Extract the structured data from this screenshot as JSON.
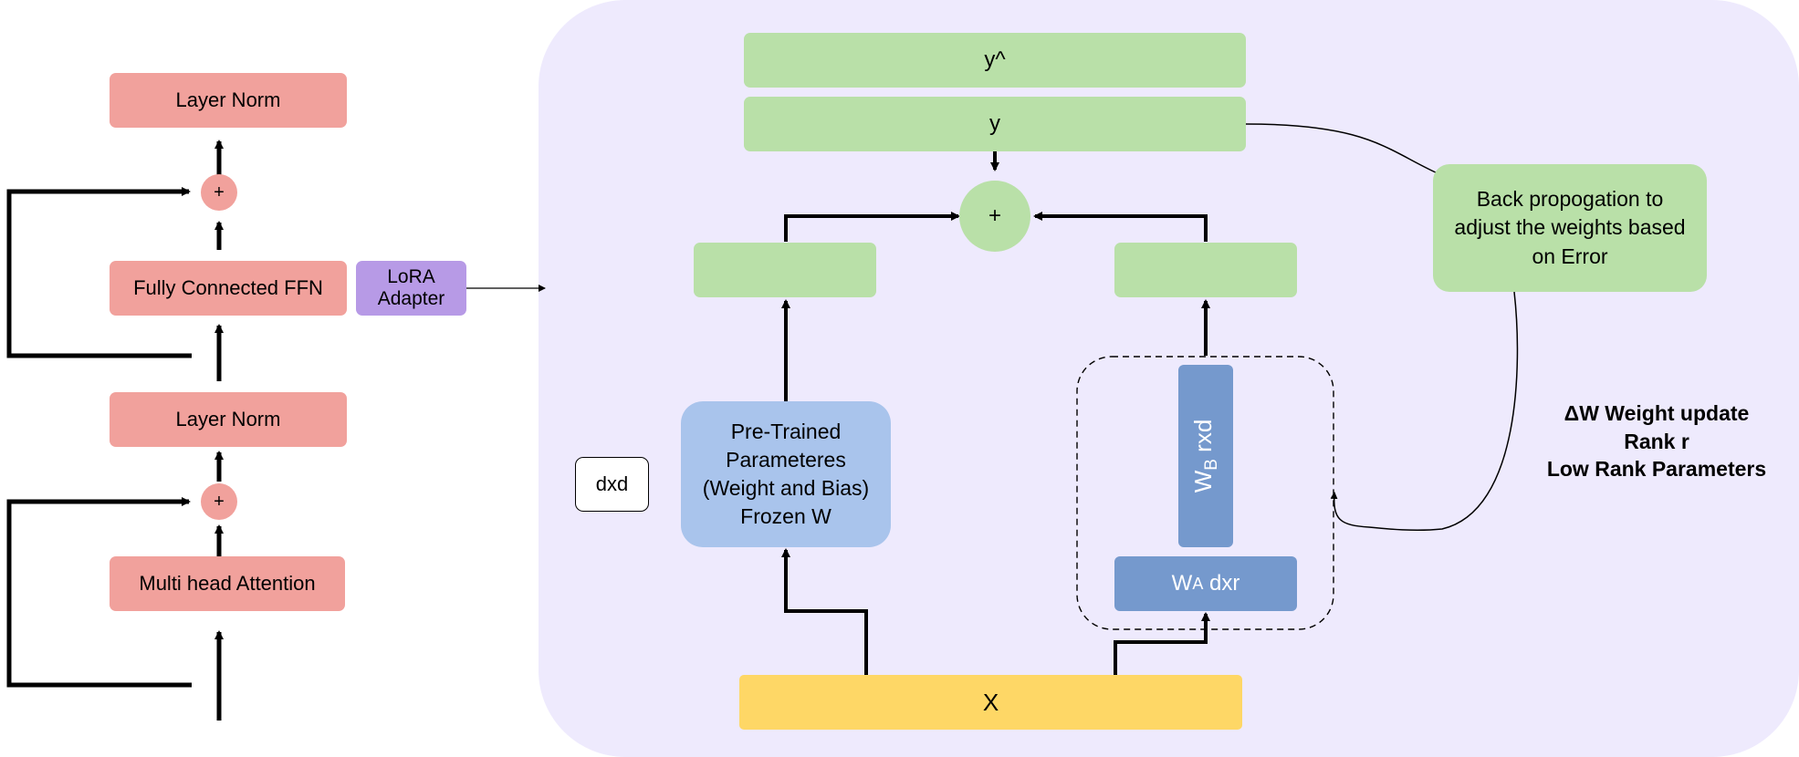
{
  "transformer": {
    "layer_norm_top": "Layer Norm",
    "plus_top": "+",
    "ffn": "Fully Connected FFN",
    "layer_norm_bottom": "Layer Norm",
    "plus_bottom": "+",
    "attention": "Multi head Attention"
  },
  "adapter": {
    "line1": "LoRA",
    "line2": "Adapter"
  },
  "lora": {
    "y_hat": "y^",
    "y": "y",
    "sum": "+",
    "backprop": {
      "line1": "Back propogation to",
      "line2": "adjust the weights based",
      "line3": "on Error"
    },
    "pretrained": {
      "line1": "Pre-Trained",
      "line2": "Parameteres",
      "line3": "(Weight and Bias)",
      "line4": "Frozen W"
    },
    "dim_label": "dxd",
    "wb": {
      "main": "W",
      "sub": "B",
      "suffix": " rxd"
    },
    "wa": {
      "main": "W",
      "sub": "A",
      "suffix": " dxr"
    },
    "x": "X",
    "note": {
      "line1": "ΔW Weight update",
      "line2": "Rank r",
      "line3": "Low Rank Parameters"
    }
  },
  "colors": {
    "panel": "#eeeafd",
    "red_block": "#f1a19c",
    "green_block": "#b9e0a8",
    "adapter": "#b79ae6",
    "pretrained": "#a9c4ec",
    "weights": "#7599cd",
    "input": "#fed766"
  }
}
